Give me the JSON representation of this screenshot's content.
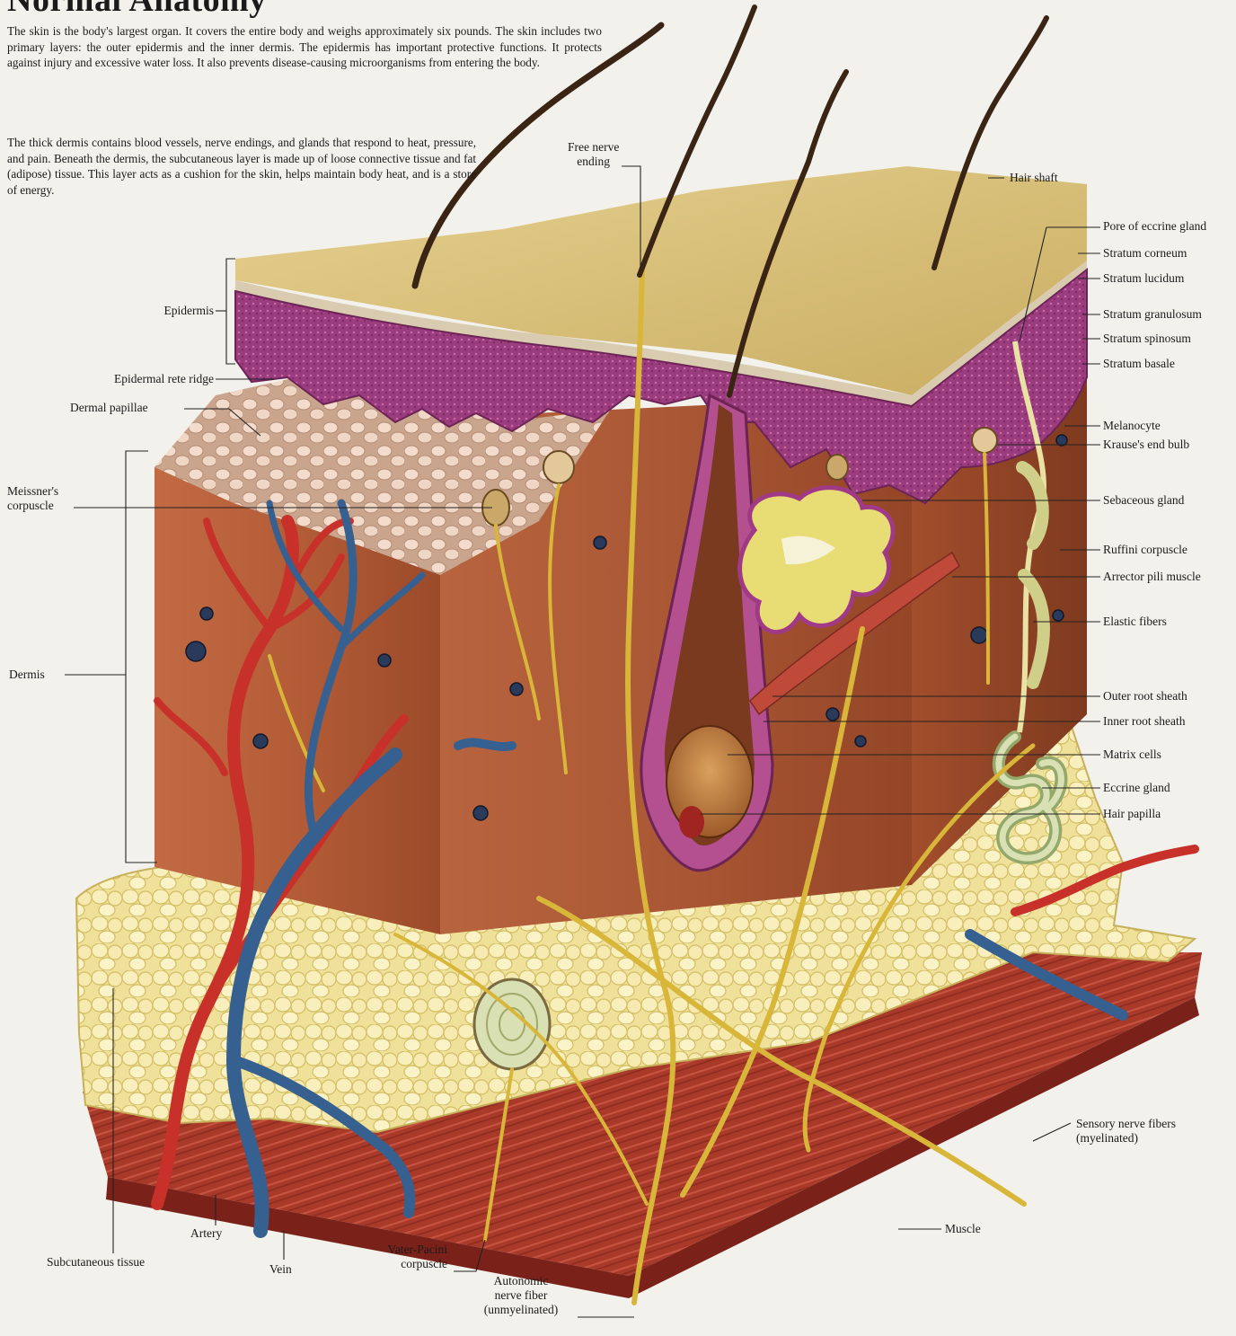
{
  "title": "Normal Anatomy",
  "paragraphs": [
    "The skin is the body's largest organ. It covers the entire body and weighs approximately six pounds. The skin includes two primary layers: the outer epidermis and the inner dermis. The epidermis has important protective functions. It protects against injury and excessive water loss. It also prevents disease-causing microorganisms from entering the body.",
    "The thick dermis contains blood vessels, nerve endings, and glands that respond to heat, pressure, and pain. Beneath the dermis, the subcutaneous layer is made up of loose connective tissue and fat (adipose) tissue. This layer acts as a cushion for the skin, helps maintain body heat, and is a store of energy."
  ],
  "labels": {
    "free_nerve_ending": "Free nerve\nending",
    "hair_shaft": "Hair shaft",
    "pore_eccrine": "Pore of eccrine gland",
    "stratum_corneum": "Stratum corneum",
    "stratum_lucidum": "Stratum lucidum",
    "stratum_granulosum": "Stratum granulosum",
    "stratum_spinosum": "Stratum spinosum",
    "stratum_basale": "Stratum basale",
    "epidermis": "Epidermis",
    "epidermal_rete_ridge": "Epidermal rete ridge",
    "dermal_papillae": "Dermal papillae",
    "meissners_corpuscle": "Meissner's\ncorpuscle",
    "dermis": "Dermis",
    "melanocyte": "Melanocyte",
    "krauses_end_bulb": "Krause's end bulb",
    "sebaceous_gland": "Sebaceous gland",
    "ruffini_corpuscle": "Ruffini corpuscle",
    "arrector_pili": "Arrector pili muscle",
    "elastic_fibers": "Elastic fibers",
    "outer_root_sheath": "Outer root sheath",
    "inner_root_sheath": "Inner root sheath",
    "matrix_cells": "Matrix cells",
    "eccrine_gland": "Eccrine gland",
    "hair_papilla": "Hair papilla",
    "sensory_nerve_fibers": "Sensory nerve fibers\n(myelinated)",
    "muscle": "Muscle",
    "subcutaneous_tissue": "Subcutaneous tissue",
    "artery": "Artery",
    "vein": "Vein",
    "vater_pacini": "Vater-Pacini\ncorpuscle",
    "autonomic_nerve": "Autonomic\nnerve fiber\n(unmyelinated)"
  },
  "colors": {
    "epidermis": "#9b3c7e",
    "epidermis_light": "#c66aa4",
    "dermis": "#b8603b",
    "dermis_dark": "#8e4527",
    "fat": "#f1e4a0",
    "fat_shade": "#d6c36d",
    "muscle": "#a93a2a",
    "artery": "#c8302a",
    "vein": "#36608f",
    "nerve": "#d8b63a",
    "skin_top": "#d8c07a",
    "hair": "#3a2414",
    "background": "#f3f1ec"
  }
}
